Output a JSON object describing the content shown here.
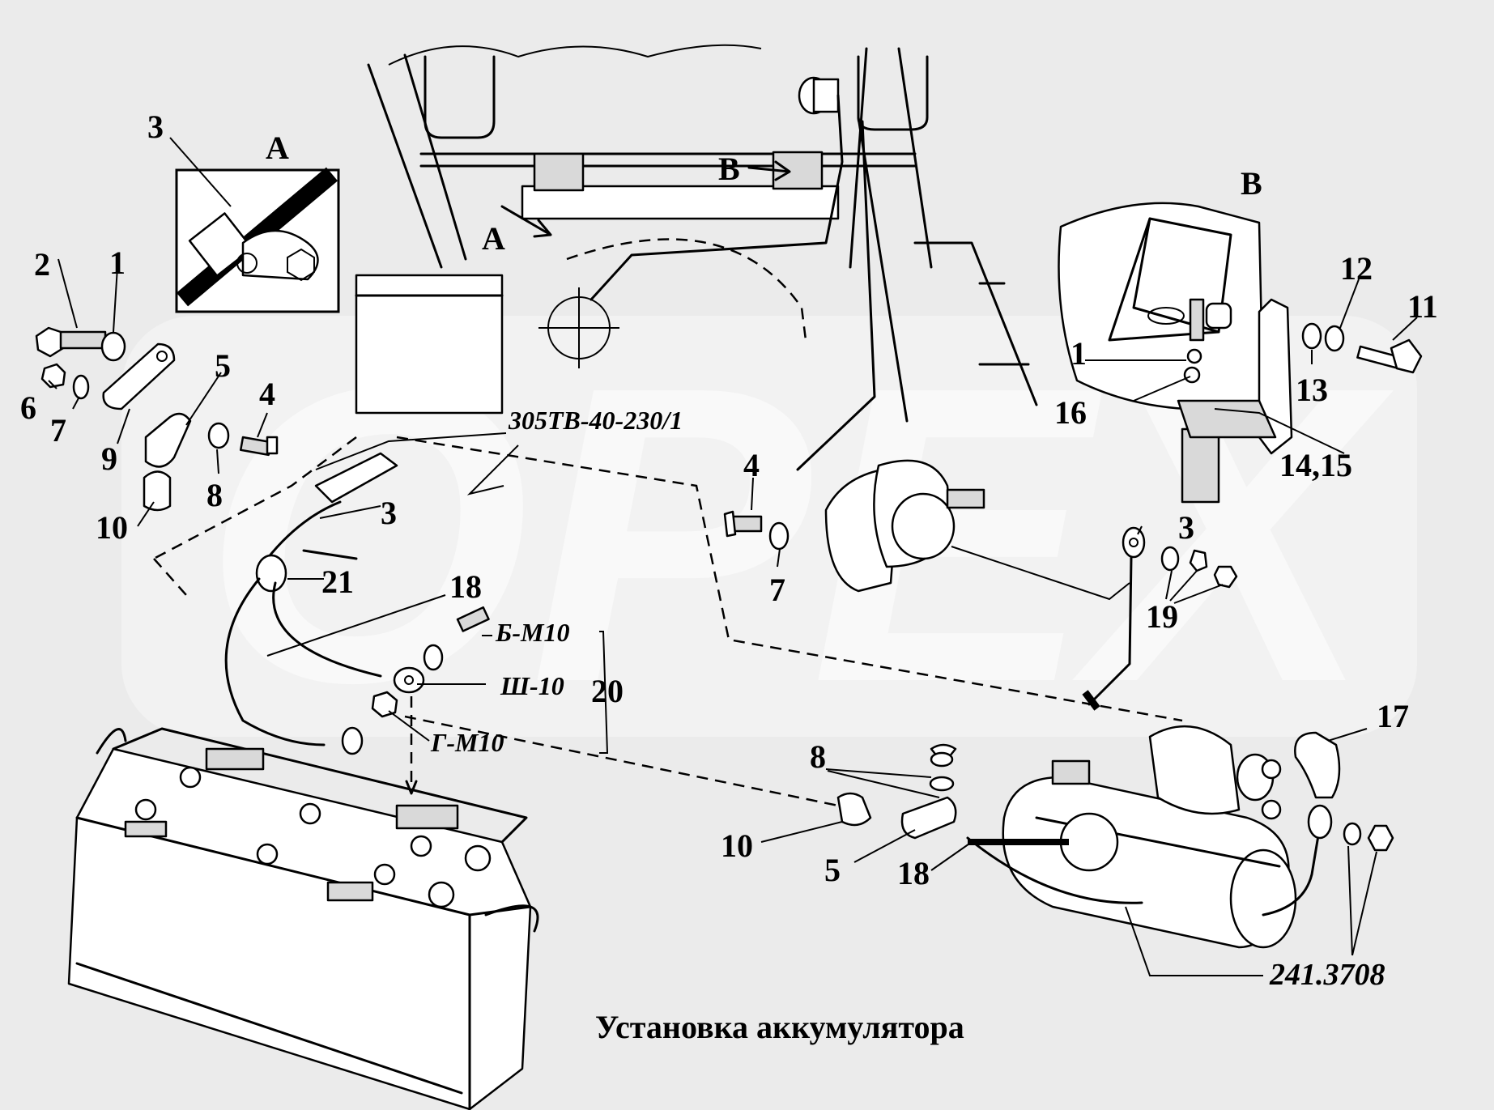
{
  "caption": "Установка аккумулятора",
  "watermark": "OPEX",
  "views": {
    "a": "A",
    "b": "B"
  },
  "callouts": {
    "n1": "1",
    "n2": "2",
    "n3": "3",
    "n4": "4",
    "n5": "5",
    "n6": "6",
    "n7": "7",
    "n8": "8",
    "n9": "9",
    "n10": "10",
    "n11": "11",
    "n12": "12",
    "n13": "13",
    "n14_15": "14,15",
    "n16": "16",
    "n17": "17",
    "n18": "18",
    "n19": "19",
    "n20": "20",
    "n21": "21"
  },
  "codes": {
    "cable": "305ТВ-40-230/1",
    "bolt": "Б-М10",
    "washer": "Ш-10",
    "nut": "Г-М10",
    "starter": "241.3708"
  },
  "colors": {
    "background": "#ebebeb",
    "ink": "#000000",
    "watermark": "#ffffff"
  }
}
